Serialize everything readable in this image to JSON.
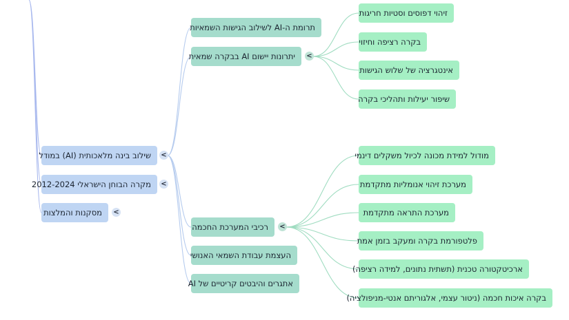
{
  "colors": {
    "root_line": "#a9b9ee",
    "branch_line_l1": "#b5cbee",
    "branch_line_l2": "#9fdcc0",
    "level1_fill": "#bfd5f3",
    "level2_fill": "#a5dccc",
    "level3_fill": "#a5efc4"
  },
  "toggle_icon": "chevron-left",
  "toggle_glyph": "<",
  "mindmap": {
    "level1": [
      {
        "label": "שילוב בינה מלאכותית (AI) במודל",
        "expanded": true,
        "children": [
          {
            "label": "תרומת ה-AI לשילוב הגישות השמאיות"
          },
          {
            "label": "יתרונות יישום AI בבקרה שמאית",
            "expanded": true,
            "children": [
              {
                "label": "זיהוי דפוסים וסטיות חריגות"
              },
              {
                "label": "בקרה רציפה וחיזוי"
              },
              {
                "label": "אינטגרציה של שלוש הגישות"
              },
              {
                "label": "שיפור יעילות ותהליכי בקרה"
              }
            ]
          },
          {
            "label": "רכיבי המערכת החכמה",
            "expanded": true,
            "children": [
              {
                "label": "מודול למידת מכונה לכיול משקלים דינמי"
              },
              {
                "label": "מערכת זיהוי אנומליות מתקדמת"
              },
              {
                "label": "מערכת התראה מתקדמת"
              },
              {
                "label": "פלטפורמת בקרה ומעקב בזמן אמת"
              },
              {
                "label": "ארכיטקטורה טכנית (תשתית נתונים, למידה רציפה)"
              },
              {
                "label": "בקרה איכות חכמה (ניטור עצמי, אלגוריתם אנטי-מניפולציה)"
              }
            ]
          },
          {
            "label": "העצמת עבודת השמאי האנושי"
          },
          {
            "label": "אתגרים והיבטים קריטיים של AI"
          }
        ]
      },
      {
        "label": "מקרה הבוחן הישראלי 2012-2024",
        "expanded": false
      },
      {
        "label": "מסקנות והמלצות",
        "expanded": false
      }
    ]
  }
}
